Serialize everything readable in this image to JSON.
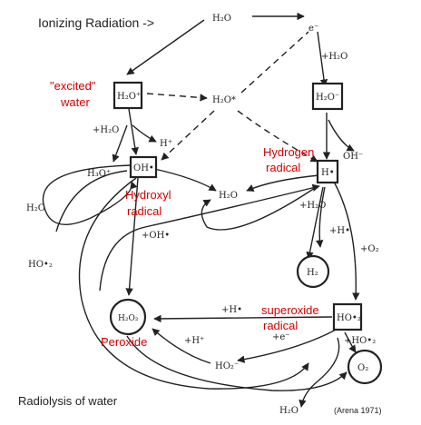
{
  "title": "Ionizing Radiation ->",
  "caption": "Radiolysis of water",
  "citation": "(Arena 1971)",
  "annotations": {
    "excited_water": "\"excited\" water",
    "hydrogen_radical": "Hydrogen radical",
    "hydroxyl_radical": "Hydroxyl radical",
    "superoxide_radical": "superoxide radical",
    "peroxide": "Peroxide"
  },
  "species": {
    "h2o_top": "H₂O",
    "electron": "e⁻",
    "h2o_minus_box": "H₂O⁻",
    "h2o_plus_box": "H₂O⁺",
    "h2o_star": "H₂O*",
    "oh_box": "OH•",
    "h_box": "H•",
    "h3o_plus": "H₃O⁺",
    "h_plus_a": "H⁺",
    "oh_minus": "OH⁻",
    "h2o_mid": "H₂O",
    "h2o_left": "H₂O",
    "ho2_dot": "HO•₂",
    "h2": "H₂",
    "h2o2": "H₂O₂",
    "ho2_box": "HO•₂",
    "ho2_minus": "HO₂⁻",
    "o2": "O₂",
    "h2o_bottom": "H₂O"
  },
  "reagents": {
    "plus_h2o_1": "+H₂O",
    "plus_h2o_2": "+H₂O",
    "plus_h2o_3": "+H₂O",
    "plus_oh": "+OH•",
    "plus_h_1": "+H•",
    "plus_o2": "+O₂",
    "plus_h_2": "+H•",
    "plus_e": "+e⁻",
    "plus_hplus": "+H⁺",
    "plus_ho2": "+HO•₂"
  }
}
